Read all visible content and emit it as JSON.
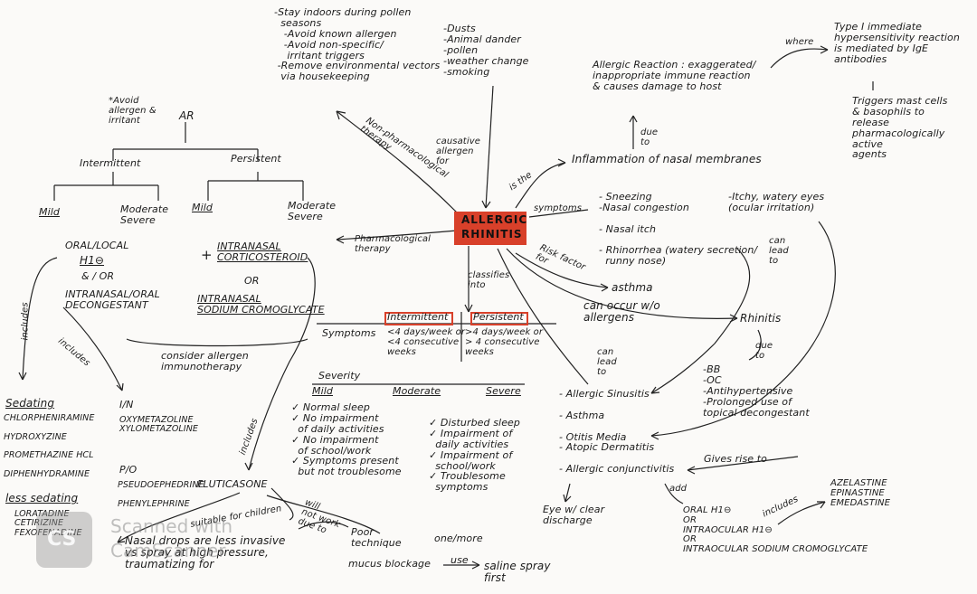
{
  "center": {
    "title_line1": "ALLERGIC",
    "title_line2": "RHINITIS"
  },
  "top_left": {
    "lines": [
      "-Stay indoors during pollen",
      "  seasons",
      "   -Avoid known allergen",
      "   -Avoid non-specific/",
      "    irritant triggers",
      " -Remove environmental vectors",
      "  via housekeeping"
    ]
  },
  "causes": {
    "lines": [
      "-Dusts",
      "-Animal dander",
      "-pollen",
      "-weather change",
      "-smoking"
    ]
  },
  "allergic_reaction": {
    "lines": [
      "Allergic Reaction : exaggerated/",
      "inappropriate immune reaction",
      "& causes damage to host"
    ],
    "where_label": "where"
  },
  "type1": {
    "lines": [
      "Type I immediate",
      "hypersensitivity reaction",
      "is mediated by IgE",
      "antibodies"
    ]
  },
  "triggers": {
    "lines": [
      "Triggers mast cells",
      "& basophils to",
      "release",
      "pharmacologically",
      "active",
      "agents"
    ]
  },
  "due_to": "due\nto",
  "inflammation": "Inflammation of nasal membranes",
  "is_the": "is the",
  "causative_label": "causative\nallergen\nfor",
  "non_pharm_label": "Non-pharmacological\ntherapy",
  "pharm_label": "Pharmacological\ntherapy",
  "avoid_note": "*Avoid\nallergen &\nirritant",
  "ar_tree": {
    "root": "AR",
    "left": "Intermittent",
    "right": "Persistent",
    "leaves": [
      "Mild",
      "Moderate\nSevere",
      "Mild",
      "Moderate\nSevere"
    ]
  },
  "symptoms_label": "symptoms",
  "symptoms_list": [
    "- Sneezing",
    "-Nasal congestion",
    "- Nasal itch",
    "- Rhinorrhea (watery secretion/",
    "  runny nose)"
  ],
  "itchy_eyes": "-Itchy, watery eyes\n(ocular irritation)",
  "can_lead_to_1": "can\nlead\nto",
  "risk_factor": "Risk factor\nfor",
  "asthma_risk": "asthma",
  "can_occur": "can occur w/o\nallergens",
  "rhinitis": "Rhinitis",
  "due_to_2": "due\nto",
  "rhinitis_causes": [
    "-BB",
    "-OC",
    "-Antihypertensive",
    "-Prolonged use of",
    "topical decongestant"
  ],
  "classifies_into": "classifies\ninto",
  "classification": {
    "intermittent": "Intermittent",
    "persistent": "Persistent",
    "symptoms_label": "Symptoms",
    "int_lines": "<4 days/week or\n<4 consecutive\nweeks",
    "per_lines": ">4 days/week or\n> 4 consecutive\nweeks"
  },
  "can_lead_to_2": "can\nlead\nto",
  "complications": [
    "- Allergic Sinusitis",
    "- Asthma",
    "- Otitis Media",
    "- Atopic Dermatitis",
    "- Allergic conjunctivitis"
  ],
  "eye_discharge": "Eye w/ clear\ndischarge",
  "gives_rise_to": "Gives rise to",
  "add_label": "add",
  "eye_treatment": {
    "lines": [
      "ORAL H1⊖",
      "OR",
      "INTRAOCULAR H1⊖",
      "OR",
      "INTRAOCULAR SODIUM CROMOGLYCATE"
    ],
    "includes": "includes",
    "drugs": [
      "AZELASTINE",
      "EPINASTINE",
      "EMEDASTINE"
    ]
  },
  "severity": {
    "label": "Severity",
    "mild": "Mild",
    "moderate": "Moderate",
    "severe": "Severe",
    "mild_items": [
      "✓ Normal sleep",
      "✓ No impairment",
      "  of daily activities",
      "✓ No impairment",
      "  of school/work",
      "✓ Symptoms present",
      "  but not troublesome"
    ],
    "severe_items": [
      "✓ Disturbed sleep",
      "✓ Impairment of",
      "  daily activities",
      "✓ Impairment of",
      "  school/work",
      "✓ Troublesome",
      "  symptoms"
    ],
    "one_more": "one/more"
  },
  "pharm": {
    "oral_local": "ORAL/LOCAL",
    "h1": "H1⊖",
    "and_or": "& / OR",
    "decongestant": "INTRANASAL/ORAL\nDECONGESTANT",
    "plus": "+",
    "corticosteroid": "INTRANASAL\nCORTICOSTEROID",
    "or_label": "OR",
    "cromoglycate": "INTRANASAL\nSODIUM CROMOGLYCATE",
    "immunotherapy": "consider allergen\nimmunotherapy"
  },
  "includes_1": "includes",
  "includes_2": "includes",
  "includes_3": "includes",
  "sedating": {
    "label": "Sedating",
    "items": [
      "CHLORPHENIRAMINE",
      "HYDROXYZINE",
      "PROMETHAZINE HCL",
      "DIPHENHYDRAMINE"
    ]
  },
  "less_sedating": {
    "label": "less sedating",
    "items": [
      "LORATADINE",
      "CETIRIZINE",
      "FEXOFENADINE"
    ]
  },
  "decongestants": {
    "in": "I/N",
    "in_items": [
      "OXYMETAZOLINE",
      "XYLOMETAZOLINE"
    ],
    "po": "P/O",
    "po_items": [
      "PSEUDOEPHEDRINE",
      "PHENYLEPHRINE"
    ]
  },
  "fluticasone": "FLUTICASONE",
  "suitable": "suitable for children",
  "nasal_drops": "Nasal drops are less invasive\nvs spray at high pressure,\ntraumatizing for",
  "will_not_work": "will\nnot work\ndue to",
  "poor_technique": "Poor\ntechnique",
  "mucus_blockage": "mucus blockage",
  "use_label": "use",
  "saline": "saline spray\nfirst",
  "watermark": {
    "line1": "Scanned with",
    "line2": "CamScanner",
    "logo": "CS"
  }
}
